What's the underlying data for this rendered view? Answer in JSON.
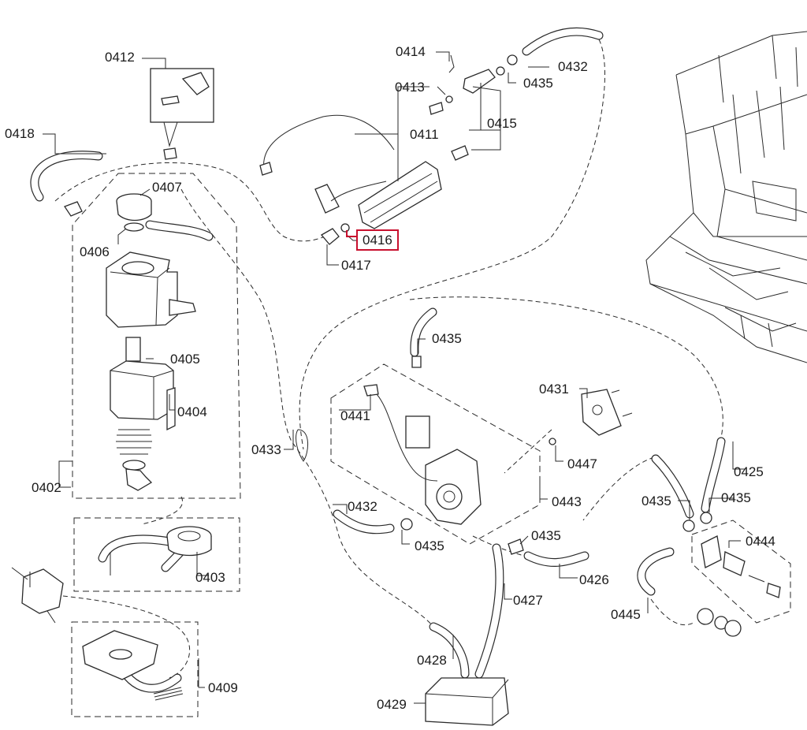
{
  "diagram": {
    "highlighted_part": "0416",
    "highlight_color": "#c8102e",
    "callouts": {
      "c0402": "0402",
      "c0403": "0403",
      "c0404": "0404",
      "c0405": "0405",
      "c0406": "0406",
      "c0407": "0407",
      "c0409": "0409",
      "c0411": "0411",
      "c0412": "0412",
      "c0413": "0413",
      "c0414": "0414",
      "c0415": "0415",
      "c0416": "0416",
      "c0417": "0417",
      "c0418": "0418",
      "c0425": "0425",
      "c0426": "0426",
      "c0427": "0427",
      "c0428": "0428",
      "c0429": "0429",
      "c0431": "0431",
      "c0432a": "0432",
      "c0432b": "0432",
      "c0433": "0433",
      "c0435a": "0435",
      "c0435b": "0435",
      "c0435c": "0435",
      "c0435d": "0435",
      "c0435e": "0435",
      "c0435f": "0435",
      "c0441": "0441",
      "c0443": "0443",
      "c0444": "0444",
      "c0445": "0445",
      "c0447": "0447"
    }
  }
}
